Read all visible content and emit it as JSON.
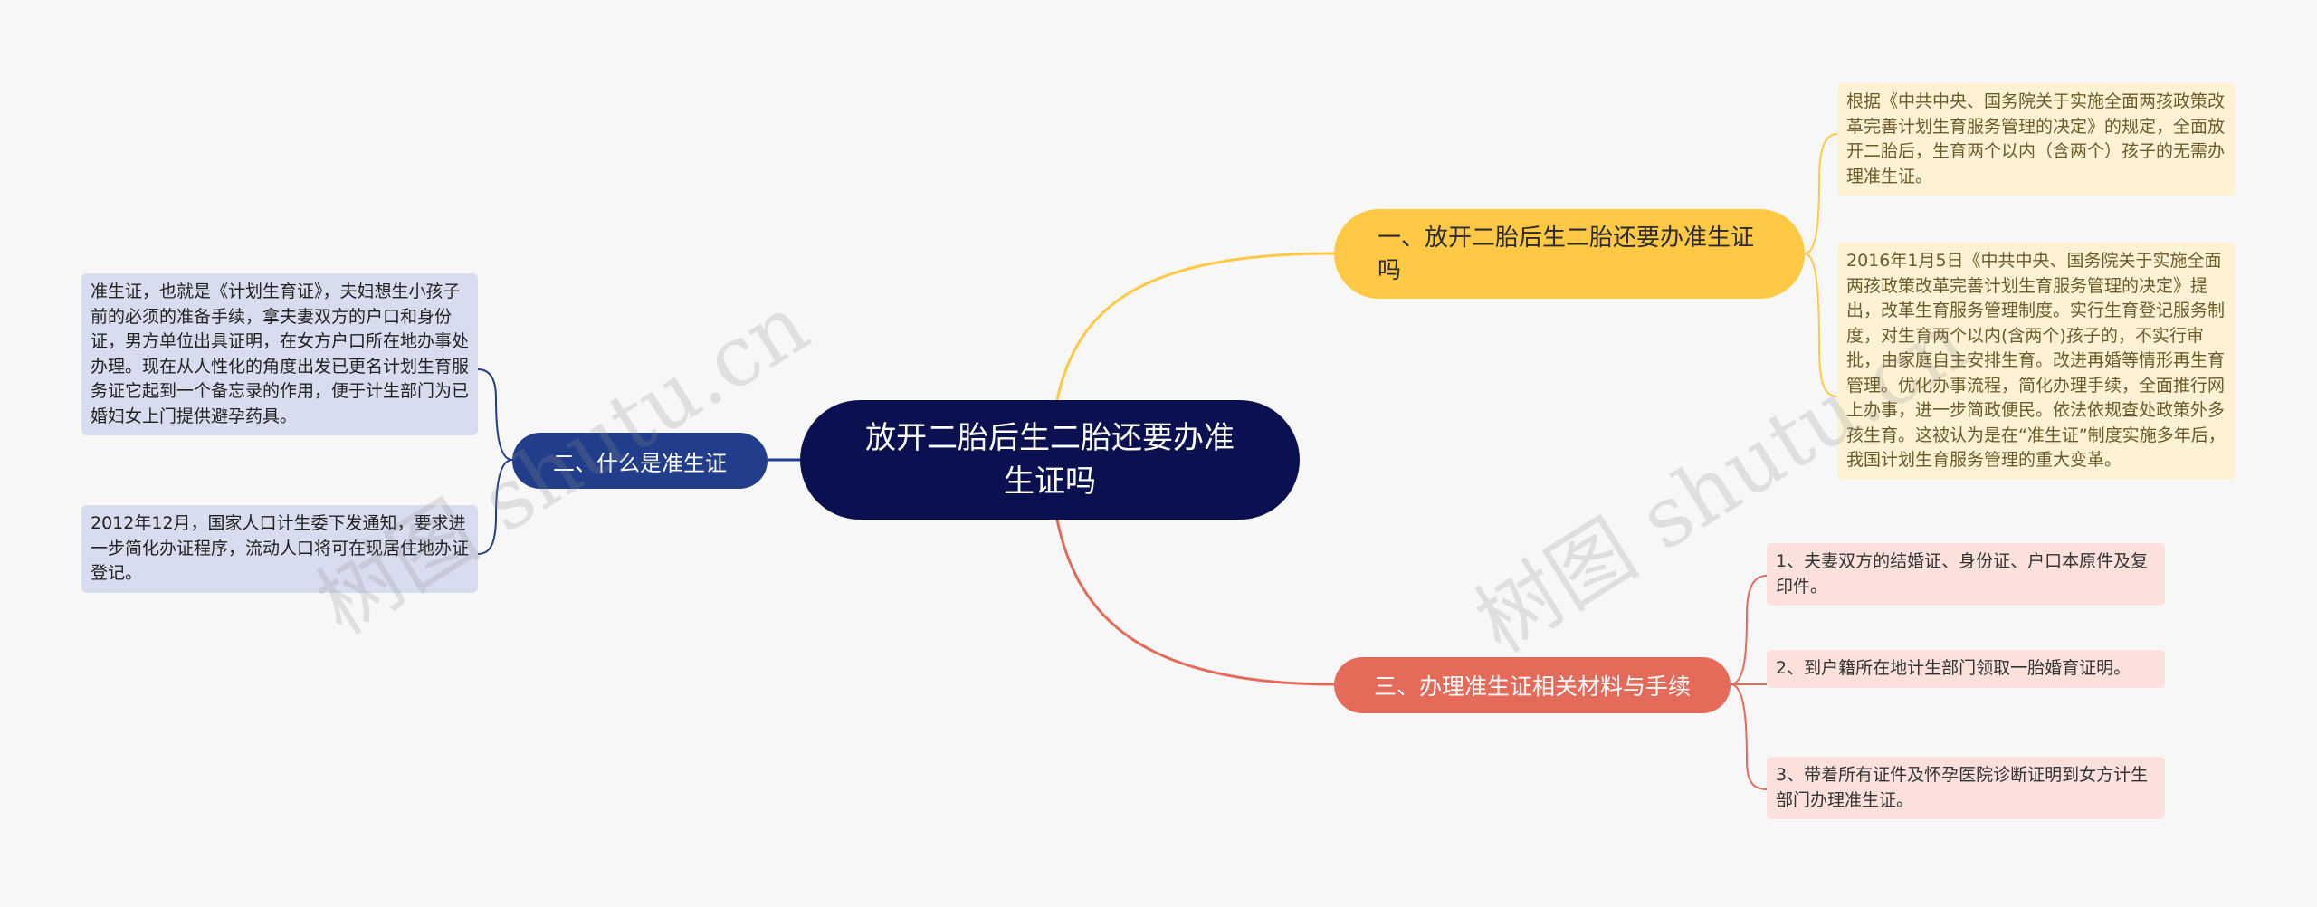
{
  "root": {
    "label": "放开二胎后生二胎还要办准生证吗"
  },
  "branches": [
    {
      "label": "一、放开二胎后生二胎还要办准生证吗",
      "color": "#ffc845",
      "leaves": [
        "根据《中共中央、国务院关于实施全面两孩政策改革完善计划生育服务管理的决定》的规定，全面放开二胎后，生育两个以内（含两个）孩子的无需办理准生证。",
        "2016年1月5日《中共中央、国务院关于实施全面两孩政策改革完善计划生育服务管理的决定》提出，改革生育服务管理制度。实行生育登记服务制度，对生育两个以内(含两个)孩子的，不实行审批，由家庭自主安排生育。改进再婚等情形再生育管理。优化办事流程，简化办理手续，全面推行网上办事，进一步简政便民。依法依规查处政策外多孩生育。这被认为是在“准生证”制度实施多年后，我国计划生育服务管理的重大变革。"
      ]
    },
    {
      "label": "二、什么是准生证",
      "color": "#223e8a",
      "leaves": [
        "准生证，也就是《计划生育证》，夫妇想生小孩子前的必须的准备手续，拿夫妻双方的户口和身份证，男方单位出具证明，在女方户口所在地办事处办理。现在从人性化的角度出发已更名计划生育服务证它起到一个备忘录的作用，便于计生部门为已婚妇女上门提供避孕药具。",
        "2012年12月，国家人口计生委下发通知，要求进一步简化办证程序，流动人口将可在现居住地办证登记。"
      ]
    },
    {
      "label": "三、办理准生证相关材料与手续",
      "color": "#e46a5a",
      "leaves": [
        "1、夫妻双方的结婚证、身份证、户口本原件及复印件。",
        "2、到户籍所在地计生部门领取一胎婚育证明。",
        "3、带着所有证件及怀孕医院诊断证明到女方计生部门办理准生证。"
      ]
    }
  ],
  "watermarks": [
    "树图 shutu.cn",
    "树图 shutu.cn"
  ]
}
